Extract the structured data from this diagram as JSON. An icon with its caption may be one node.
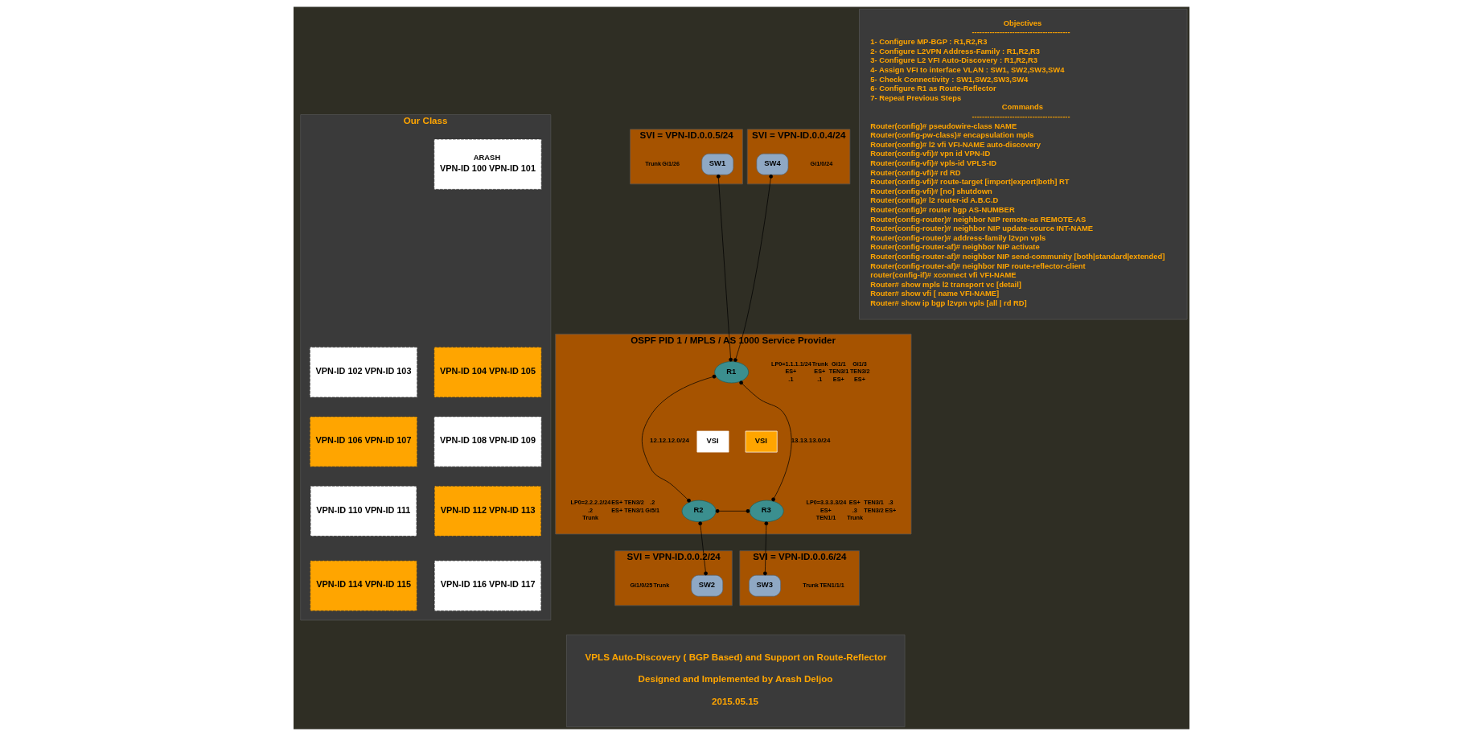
{
  "diagram": {
    "nodes": [
      {
        "text": [
          "Our Class"
        ]
      },
      {
        "text": [
          "ARASH",
          "VPN-ID 100 VPN-ID 101"
        ],
        "in": 0
      },
      {
        "text": [
          "VPN-ID 102 VPN-ID 103"
        ],
        "in": 0
      },
      {
        "text": [
          "VPN-ID 104 VPN-ID 105"
        ],
        "in": 0
      },
      {
        "text": [
          "VPN-ID 106 VPN-ID 107"
        ],
        "in": 0
      },
      {
        "text": [
          "VPN-ID 108 VPN-ID 109"
        ],
        "in": 0
      },
      {
        "text": [
          "VPN-ID 110 VPN-ID 111"
        ],
        "in": 0
      },
      {
        "text": [
          "VPN-ID 112 VPN-ID 113"
        ],
        "in": 0
      },
      {
        "text": [
          "VPN-ID 114 VPN-ID 115"
        ],
        "in": 0
      },
      {
        "text": [
          "VPN-ID 116 VPN-ID 117"
        ],
        "in": 0
      },
      {
        "text": [
          "SVI = VPN-ID.0.0.5/24"
        ]
      },
      {
        "text": [
          "SW1"
        ],
        "in": 10,
        "beside": [
          "Trunk",
          "Gi1/26"
        ]
      },
      {
        "text": [
          "SVI = VPN-ID.0.0.4/24"
        ]
      },
      {
        "text": [
          "SW4"
        ],
        "in": 12,
        "beside": [
          "Gi1/0/24"
        ]
      },
      {
        "text": [
          "OSPF PID 1 / MPLS / AS 1000 Service Provider"
        ]
      },
      {
        "text": [
          "R1"
        ],
        "in": 14,
        "beside": [
          "LP0=1.1.1.1/24",
          "Trunk",
          "Gi1/1",
          "Gi1/3",
          "ES+",
          "ES+",
          "TEN3/1",
          "TEN3/2",
          ".1",
          ".1",
          "ES+",
          "ES+"
        ]
      },
      {
        "text": [
          "VSI"
        ],
        "in": 14
      },
      {
        "text": [
          "VSI"
        ],
        "in": 14
      },
      {
        "text": [
          "R2"
        ],
        "in": 14,
        "beside": [
          "LP0=2.2.2.2/24",
          "ES+",
          "TEN3/2",
          ".2",
          ".2",
          "ES+",
          "TEN3/1",
          "Gi5/1",
          "Trunk"
        ]
      },
      {
        "text": [
          "R3"
        ],
        "in": 14,
        "beside": [
          "LP0=3.3.3.3/24",
          "ES+",
          "TEN3/1",
          ".3",
          "ES+",
          ".3",
          "TEN3/2",
          "ES+",
          "TEN1/1",
          "Trunk"
        ]
      },
      {
        "text": [
          "SVI = VPN-ID.0.0.2/24"
        ]
      },
      {
        "text": [
          "SW2"
        ],
        "in": 20,
        "beside": [
          "Gi1/0/25",
          "Trunk"
        ]
      },
      {
        "text": [
          "SVI = VPN-ID.0.0.6/24"
        ]
      },
      {
        "text": [
          "SW3"
        ],
        "in": 22,
        "beside": [
          "Trunk",
          "TEN1/1/1"
        ]
      },
      {
        "text": [
          "VPLS Auto-Discovery ( BGP Based) and Support on Route-Reflector",
          "Designed and Implemented by Arash Deljoo",
          "2015.05.15"
        ]
      },
      {
        "text": [
          "Objectives",
          "---------------------------------------",
          "1- Configure MP-BGP : R1,R2,R3",
          "2- Configure L2VPN Address-Family : R1,R2,R3",
          "3- Configure L2 VFI Auto-Discovery : R1,R2,R3",
          "4- Assign VFI to interface VLAN : SW1, SW2,SW3,SW4",
          "5- Check Connectivity : SW1,SW2,SW3,SW4",
          "6- Configure R1 as Route-Reflector",
          "7- Repeat Previous Steps",
          "Commands",
          "---------------------------------------",
          "Router(config)# pseudowire-class NAME",
          "Router(config-pw-class)# encapsulation mpls",
          "Router(config)# l2 vfi VFI-NAME auto-discovery",
          "Router(config-vfi)# vpn id VPN-ID",
          "Router(config-vfi)# vpls-id VPLS-ID",
          "Router(config-vfi)# rd RD",
          "Router(config-vfi)# route-target [import|export|both] RT",
          "Router(config-vfi)# [no] shutdown",
          "Router(config)# l2 router-id A.B.C.D",
          "Router(config)# router bgp AS-NUMBER",
          "Router(config-router)# neighbor NIP remote-as REMOTE-AS",
          "Router(config-router)# neighbor NIP update-source INT-NAME",
          "Router(config-router)# address-family l2vpn vpls",
          "Router(config-router-af)# neighbor NIP activate",
          "Router(config-router-af)# neighbor NIP send-community [both|standard|extended]",
          "Router(config-router-af)# neighbor NIP route-reflector-client",
          "router(config-if)# xconnect vfi VFI-NAME",
          "Router# show mpls l2 transport vc [detail]",
          "Router# show vfi [ name VFI-NAME]",
          "Router# show ip bgp l2vpn vpls [all | rd RD]"
        ]
      }
    ],
    "edges": [
      {
        "from": 11,
        "to": 15,
        "arrow": "other"
      },
      {
        "from": 13,
        "to": 15,
        "arrow": "other"
      },
      {
        "from": 15,
        "to": 18,
        "arrow": "other",
        "label": "12.12.12.0/24"
      },
      {
        "from": 15,
        "to": 19,
        "arrow": "other",
        "label": "13.13.13.0/24"
      },
      {
        "from": 18,
        "to": 19,
        "arrow": "other"
      },
      {
        "from": 18,
        "to": 21,
        "arrow": "other"
      },
      {
        "from": 19,
        "to": 23,
        "arrow": "other"
      }
    ]
  }
}
